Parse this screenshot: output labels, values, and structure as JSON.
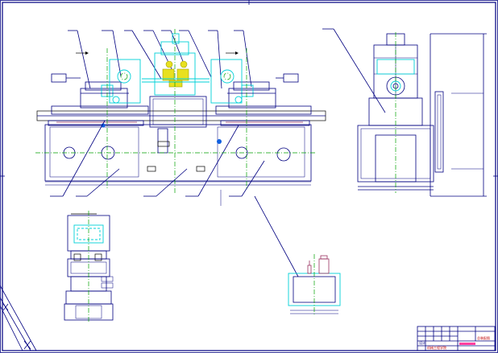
{
  "sheet": {
    "frame_color": "#000080",
    "accent_cyan": "#00d0d8",
    "center_line_color": "#00a000",
    "leader_color": "#9a3060",
    "highlight_yellow": "#e8e020"
  },
  "title_block": {
    "drawing_title": "总装配图",
    "company": "机械工程学院",
    "designer_row": "设计"
  }
}
